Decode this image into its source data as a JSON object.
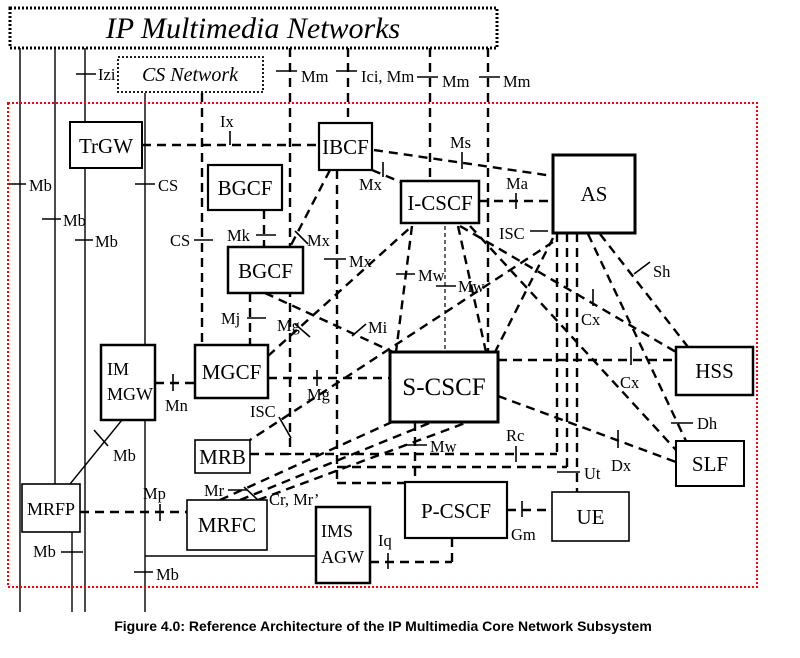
{
  "title": "IP Multimedia Networks",
  "caption": "Figure 4.0: Reference Architecture of the IP Multimedia Core Network Subsystem",
  "colors": {
    "highlight": "#FFE400",
    "boundary": "#FF0000"
  },
  "nodes": {
    "cs_network": "CS Network",
    "trgw": "TrGW",
    "ibcf": "IBCF",
    "bgcf_top": "BGCF",
    "bgcf_mid": "BGCF",
    "icscf": "I-CSCF",
    "as": "AS",
    "hss": "HSS",
    "im_mgw": [
      "IM",
      "MGW"
    ],
    "mgcf": "MGCF",
    "scscf": "S-CSCF",
    "mrb": "MRB",
    "slf": "SLF",
    "mrfp": "MRFP",
    "mrfc": "MRFC",
    "ims_agw": [
      "IMS",
      "AGW"
    ],
    "pcscf": "P-CSCF",
    "ue": "UE"
  },
  "labels": {
    "izi": "Izi",
    "mm1": "Mm",
    "ici_mm": "Ici, Mm",
    "mm2": "Mm",
    "mm3": "Mm",
    "ix": "Ix",
    "cs1": "CS",
    "cs2": "CS",
    "mb1": "Mb",
    "mb2": "Mb",
    "mb3": "Mb",
    "mb4": "Mb",
    "mb5": "Mb",
    "mb6": "Mb",
    "mk": "Mk",
    "mx1": "Mx",
    "mx2": "Mx",
    "mx3": "Mx",
    "ms": "Ms",
    "ma": "Ma",
    "isc1": "ISC",
    "isc2": "ISC",
    "sh": "Sh",
    "cx1": "Cx",
    "cx2": "Cx",
    "dh": "Dh",
    "dx": "Dx",
    "mj": "Mj",
    "mg1": "Mg",
    "mg2": "Mg",
    "mi": "Mi",
    "mn": "Mn",
    "mw1": "Mw",
    "mw2": "Mw",
    "mw3": "Mw",
    "rc": "Rc",
    "ut": "Ut",
    "mr": "Mr",
    "cr_mr": "Cr, Mr’",
    "mp": "Mp",
    "iq": "Iq",
    "gm": "Gm"
  }
}
